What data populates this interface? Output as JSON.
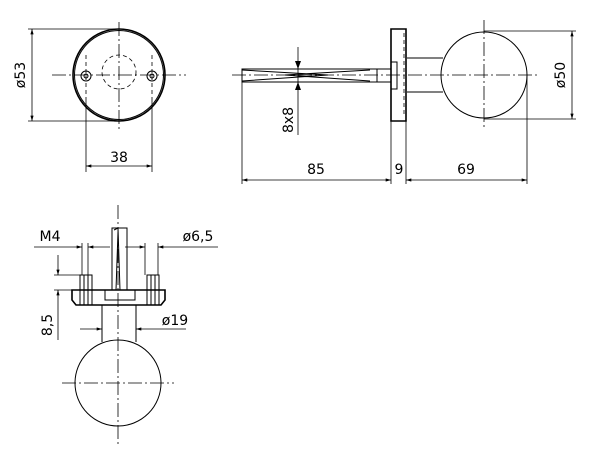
{
  "dimensions": {
    "rosette_diameter": "ø53",
    "hole_spacing": "38",
    "spindle_square": "8x8",
    "spindle_length": "85",
    "rosette_thickness": "9",
    "knob_projection": "69",
    "knob_diameter": "ø50",
    "screw_thread": "M4",
    "pin_diameter": "ø6,5",
    "screw_height": "8,5",
    "neck_diameter": "ø19"
  }
}
